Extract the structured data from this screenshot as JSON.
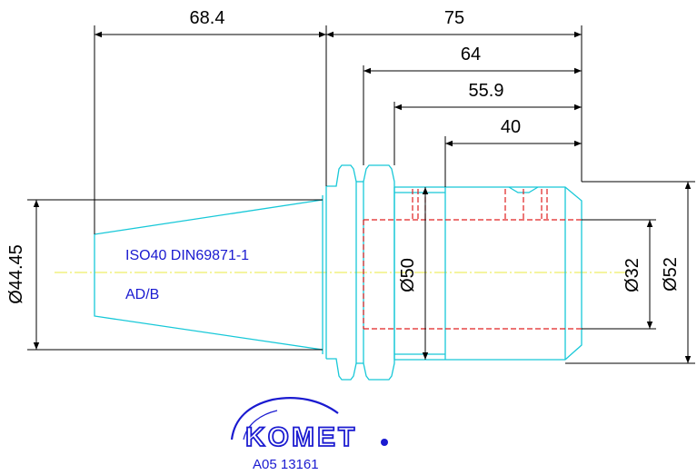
{
  "dimensions": {
    "d_68_4": "68.4",
    "d_75": "75",
    "d_64": "64",
    "d_55_9": "55.9",
    "d_40": "40",
    "dia_44_45": "Ø44.45",
    "dia_50": "Ø50",
    "dia_32": "Ø32",
    "dia_52": "Ø52"
  },
  "notes": {
    "standard": "ISO40 DIN69871-1",
    "variant": "AD/B"
  },
  "logo": {
    "brand": "KOMET",
    "color": "#1a1ad0"
  },
  "article_number": "A05 13161",
  "colors": {
    "outline": "#17c8d8",
    "hidden": "#e02020",
    "centerline": "#e8e840",
    "dimension": "#000000"
  }
}
